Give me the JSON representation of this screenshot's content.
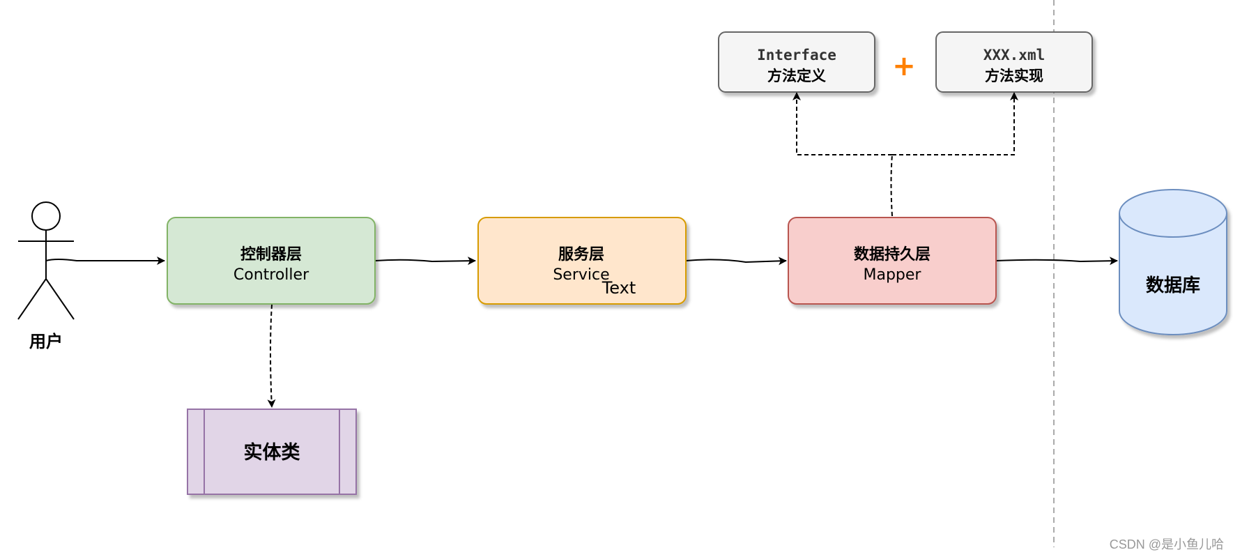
{
  "actor": {
    "label": "用户"
  },
  "nodes": {
    "controller": {
      "line1": "控制器层",
      "line2": "Controller",
      "fill": "#d5e8d4",
      "stroke": "#82b366"
    },
    "service": {
      "line1": "服务层",
      "line2": "Service",
      "fill": "#ffe6cc",
      "stroke": "#d79b00"
    },
    "mapper": {
      "line1": "数据持久层",
      "line2": "Mapper",
      "fill": "#f8cecc",
      "stroke": "#b85450"
    },
    "entity": {
      "label": "实体类",
      "fill": "#e1d5e7",
      "stroke": "#9673a6"
    },
    "interface": {
      "line1": "Interface",
      "line2": "方法定义",
      "fill": "#f5f5f5",
      "stroke": "#666666"
    },
    "xml": {
      "line1": "XXX.xml",
      "line2": "方法实现",
      "fill": "#f5f5f5",
      "stroke": "#666666"
    },
    "database": {
      "label": "数据库",
      "fill": "#dae8fc",
      "stroke": "#6c8ebf"
    }
  },
  "plus": {
    "symbol": "+",
    "color": "#ff8000"
  },
  "stray_text": "Text",
  "watermark": "CSDN @是小鱼儿哈"
}
